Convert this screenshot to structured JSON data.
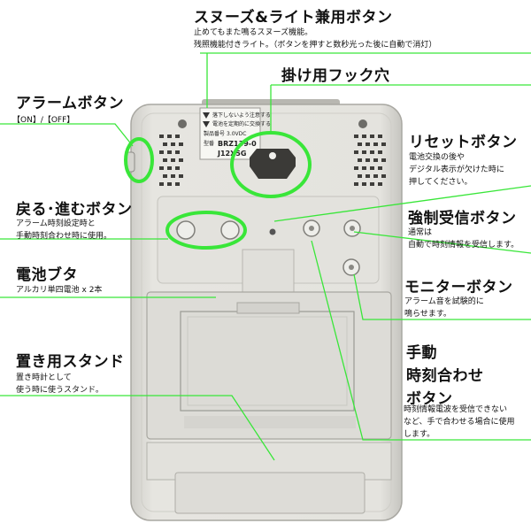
{
  "colors": {
    "accent": "#39e639",
    "body": "#e1e0db",
    "shadow": "#bdbcb6"
  },
  "product_sticker": {
    "line1": "落下しないよう注意する",
    "line2": "電池を定期的に交換する",
    "rating_label": "製品番号",
    "rating_value": "3.0VDC",
    "model_label": "型番",
    "model_value": "BRZ139-0",
    "code": "J12X5G"
  },
  "callouts": {
    "snooze": {
      "title": "スヌーズ&ライト兼用ボタン",
      "lines": [
        "止めてもまた鳴るスヌーズ機能。",
        "残照機能付きライト。（ボタンを押すと数秒光った後に自動で消灯）"
      ]
    },
    "hook": {
      "title": "掛け用フック穴"
    },
    "alarm": {
      "title": "アラームボタン",
      "lines": [
        "【ON】/【OFF】"
      ]
    },
    "reset": {
      "title": "リセットボタン",
      "lines": [
        "電池交換の後や",
        "デジタル表示が欠けた時に",
        "押してください。"
      ]
    },
    "back_forward": {
      "title": "戻る･進むボタン",
      "lines": [
        "アラーム時刻設定時と",
        "手動時刻合わせ時に使用。"
      ]
    },
    "force_receive": {
      "title": "強制受信ボタン",
      "lines": [
        "通常は",
        "自動で時刻情報を受信します。"
      ]
    },
    "battery_cover": {
      "title": "電池ブタ",
      "lines": [
        "アルカリ単四電池 x 2本"
      ]
    },
    "monitor": {
      "title": "モニターボタン",
      "lines": [
        "アラーム音を試験的に",
        "鳴らせます。"
      ]
    },
    "manual_time": {
      "title_lines": [
        "手動",
        "時刻合わせ",
        "ボタン"
      ],
      "lines": [
        "時刻情報電波を受信できない",
        "など、手で合わせる場合に使用",
        "します。"
      ]
    },
    "stand": {
      "title": "置き用スタンド",
      "lines": [
        "置き時計として",
        "使う時に使うスタンド。"
      ]
    }
  }
}
